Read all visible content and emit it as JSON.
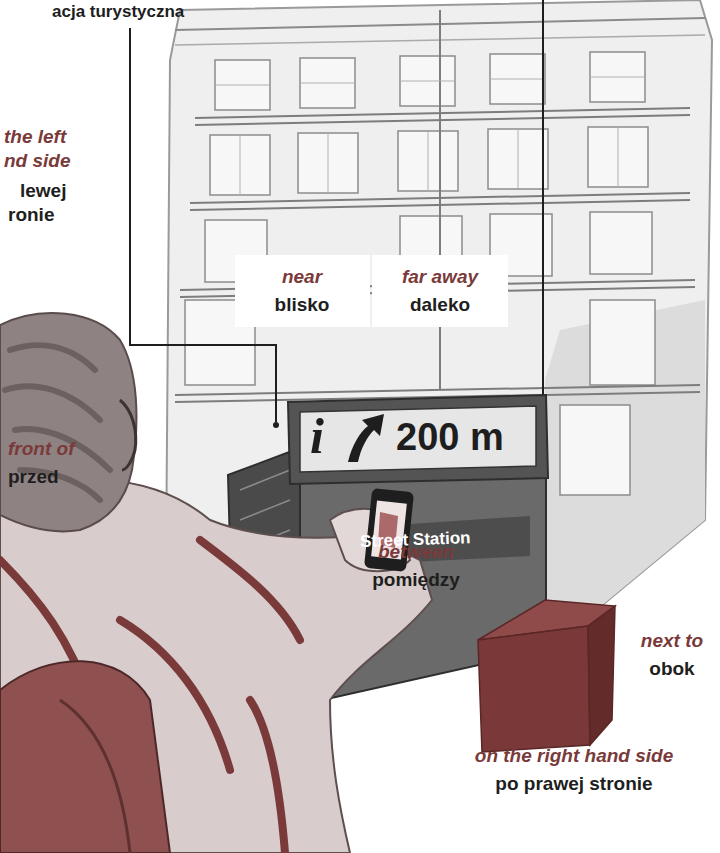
{
  "diagram": {
    "labels": [
      "acja turystyczna",
      "the left",
      "nd side",
      "lewej",
      "ronie",
      "near",
      "blisko",
      "far away",
      "daleko",
      "i",
      "200 m",
      "Street Station",
      "front of",
      "przed",
      "between",
      "pomiędzy",
      "next to",
      "obok",
      "on the right hand side",
      "po prawej stronie"
    ]
  }
}
